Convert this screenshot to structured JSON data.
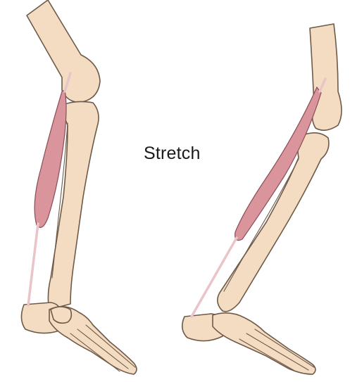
{
  "label": "Stretch",
  "colors": {
    "bone_fill": "#f3dcc2",
    "bone_stroke": "#6e5a48",
    "muscle_fill": "#d9949c",
    "muscle_stroke": "#8a4c55",
    "tendon": "#e9c4c8",
    "background": "#ffffff"
  },
  "panels": [
    {
      "name": "leg-left"
    },
    {
      "name": "leg-right-stretched"
    }
  ]
}
